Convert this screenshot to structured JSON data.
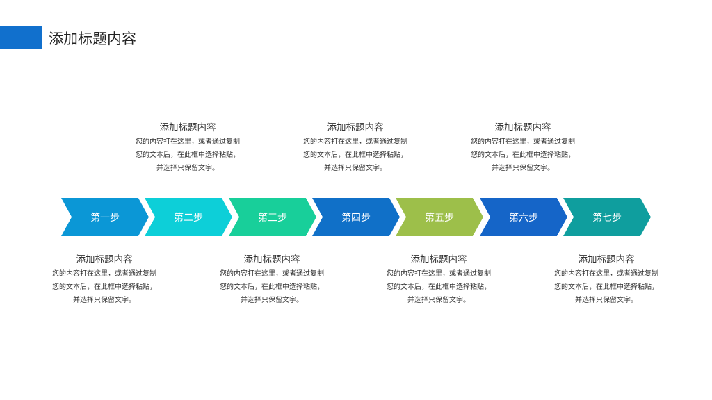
{
  "title": "添加标题内容",
  "steps": [
    {
      "label": "第一步",
      "color": "#0b97d6"
    },
    {
      "label": "第二步",
      "color": "#0dcfd8"
    },
    {
      "label": "第三步",
      "color": "#18cf9a"
    },
    {
      "label": "第四步",
      "color": "#1070c8"
    },
    {
      "label": "第五步",
      "color": "#9dbf4a"
    },
    {
      "label": "第六步",
      "color": "#1565c8"
    },
    {
      "label": "第七步",
      "color": "#0f9e9e"
    }
  ],
  "items": [
    {
      "heading": "添加标题内容",
      "l1": "您的内容打在这里，或者通过复制",
      "l2": "您的文本后，在此框中选择粘贴，",
      "l3": "并选择只保留文字。"
    },
    {
      "heading": "添加标题内容",
      "l1": "您的内容打在这里，或者通过复制",
      "l2": "您的文本后，在此框中选择粘贴，",
      "l3": "并选择只保留文字。"
    },
    {
      "heading": "添加标题内容",
      "l1": "您的内容打在这里，或者通过复制",
      "l2": "您的文本后，在此框中选择粘贴，",
      "l3": "并选择只保留文字。"
    },
    {
      "heading": "添加标题内容",
      "l1": "您的内容打在这里，或者通过复制",
      "l2": "您的文本后，在此框中选择粘贴，",
      "l3": "并选择只保留文字。"
    },
    {
      "heading": "添加标题内容",
      "l1": "您的内容打在这里，或者通过复制",
      "l2": "您的文本后，在此框中选择粘贴，",
      "l3": "并选择只保留文字。"
    },
    {
      "heading": "添加标题内容",
      "l1": "您的内容打在这里，或者通过复制",
      "l2": "您的文本后，在此框中选择粘贴，",
      "l3": "并选择只保留文字。"
    },
    {
      "heading": "添加标题内容",
      "l1": "您的内容打在这里，或者通过复制",
      "l2": "您的文本后，在此框中选择粘贴，",
      "l3": "并选择只保留文字。"
    }
  ]
}
